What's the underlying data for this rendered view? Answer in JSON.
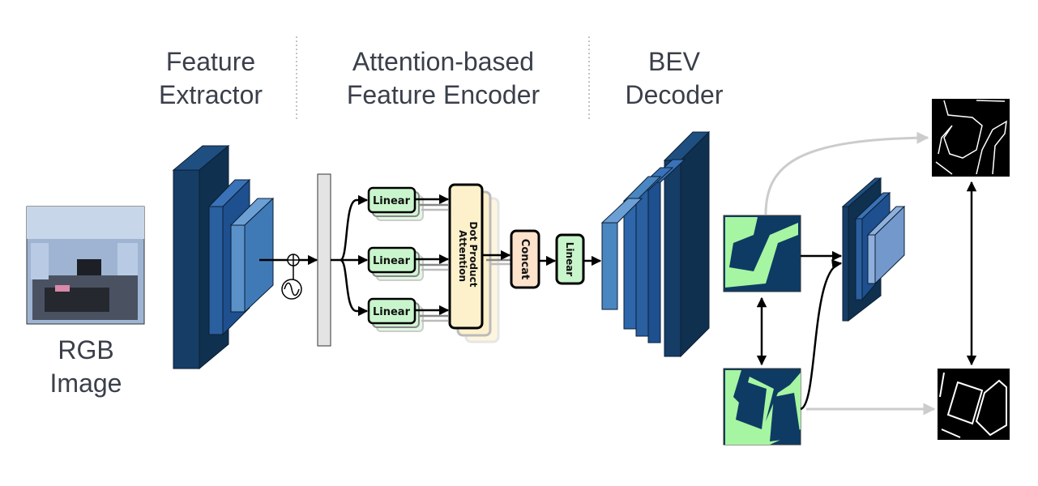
{
  "sections": {
    "feature_extractor": {
      "line1": "Feature",
      "line2": "Extractor"
    },
    "encoder": {
      "line1": "Attention-based",
      "line2": "Feature Encoder"
    },
    "decoder": {
      "line1": "BEV",
      "line2": "Decoder"
    }
  },
  "input": {
    "line1": "RGB",
    "line2": "Image"
  },
  "blocks": {
    "linear_1": "Linear",
    "linear_2": "Linear",
    "linear_3": "Linear",
    "attention_line1": "Dot Product",
    "attention_line2": "Attention",
    "concat": "Concat",
    "linear_out": "Linear"
  },
  "colors": {
    "dark_block": "#163d66",
    "mid_block": "#2a5fa0",
    "light_block": "#4a86c0",
    "linear_fill": "#c9f5cc",
    "attention_fill": "#fdf1cc",
    "concat_fill": "#fde3cc",
    "map_free": "#a6f5a2",
    "map_occupied": "#0e3b63"
  }
}
